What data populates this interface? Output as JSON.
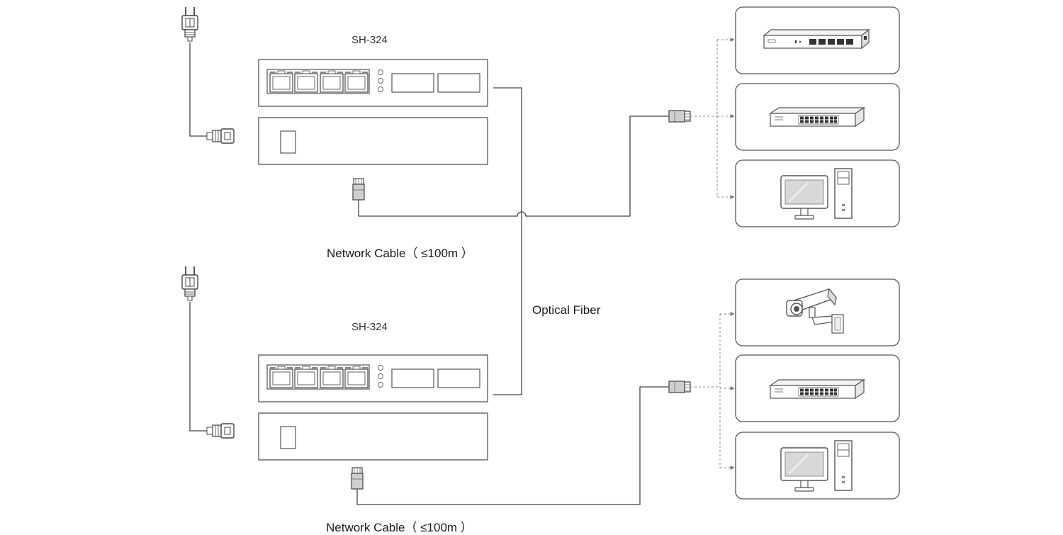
{
  "devices": {
    "top_model": "SH-324",
    "bottom_model": "SH-324"
  },
  "labels": {
    "cable_top": "Network Cable（ ≤100m ）",
    "cable_bottom": "Network Cable（ ≤100m ）",
    "optical_fiber": "Optical Fiber"
  },
  "endpoints": {
    "top": [
      "router-icon",
      "network-switch-icon",
      "desktop-computer-icon"
    ],
    "bottom": [
      "security-camera-icon",
      "network-switch-icon",
      "desktop-computer-icon"
    ]
  },
  "colors": {
    "line": "#444444",
    "panel_border": "#555555",
    "dashed_link": "#888888"
  }
}
